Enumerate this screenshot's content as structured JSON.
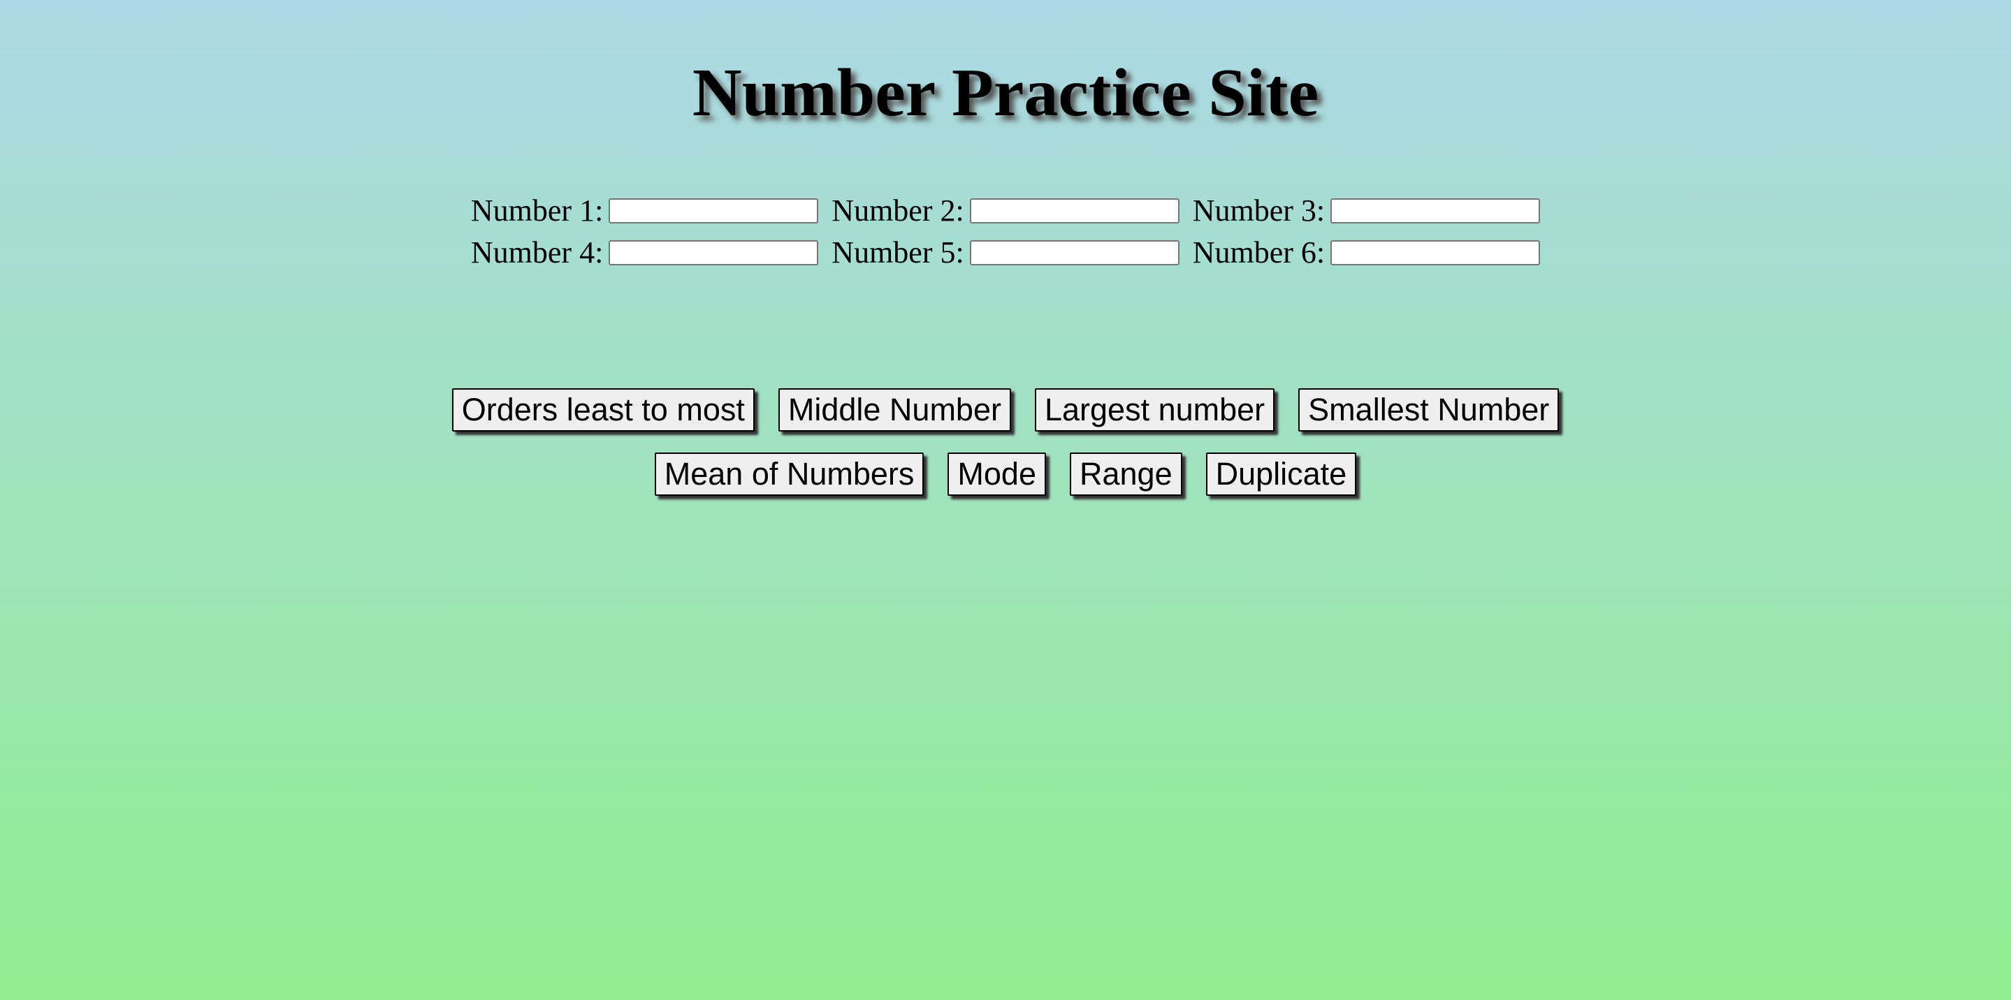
{
  "title": "Number Practice Site",
  "inputs": [
    {
      "label": "Number 1:",
      "value": "",
      "placeholder": ""
    },
    {
      "label": "Number 2:",
      "value": "",
      "placeholder": ""
    },
    {
      "label": "Number 3:",
      "value": "",
      "placeholder": ""
    },
    {
      "label": "Number 4:",
      "value": "",
      "placeholder": ""
    },
    {
      "label": "Number 5:",
      "value": "",
      "placeholder": ""
    },
    {
      "label": "Number 6:",
      "value": "",
      "placeholder": ""
    }
  ],
  "buttons": {
    "order": "Orders least to most",
    "middle": "Middle Number",
    "largest": "Largest number",
    "smallest": "Smallest Number",
    "mean": "Mean of Numbers",
    "mode": "Mode",
    "range": "Range",
    "duplicate": "Duplicate"
  },
  "colors": {
    "background_top": "#add8e6",
    "background_bottom": "#90ee90",
    "button_face": "#efefef"
  }
}
